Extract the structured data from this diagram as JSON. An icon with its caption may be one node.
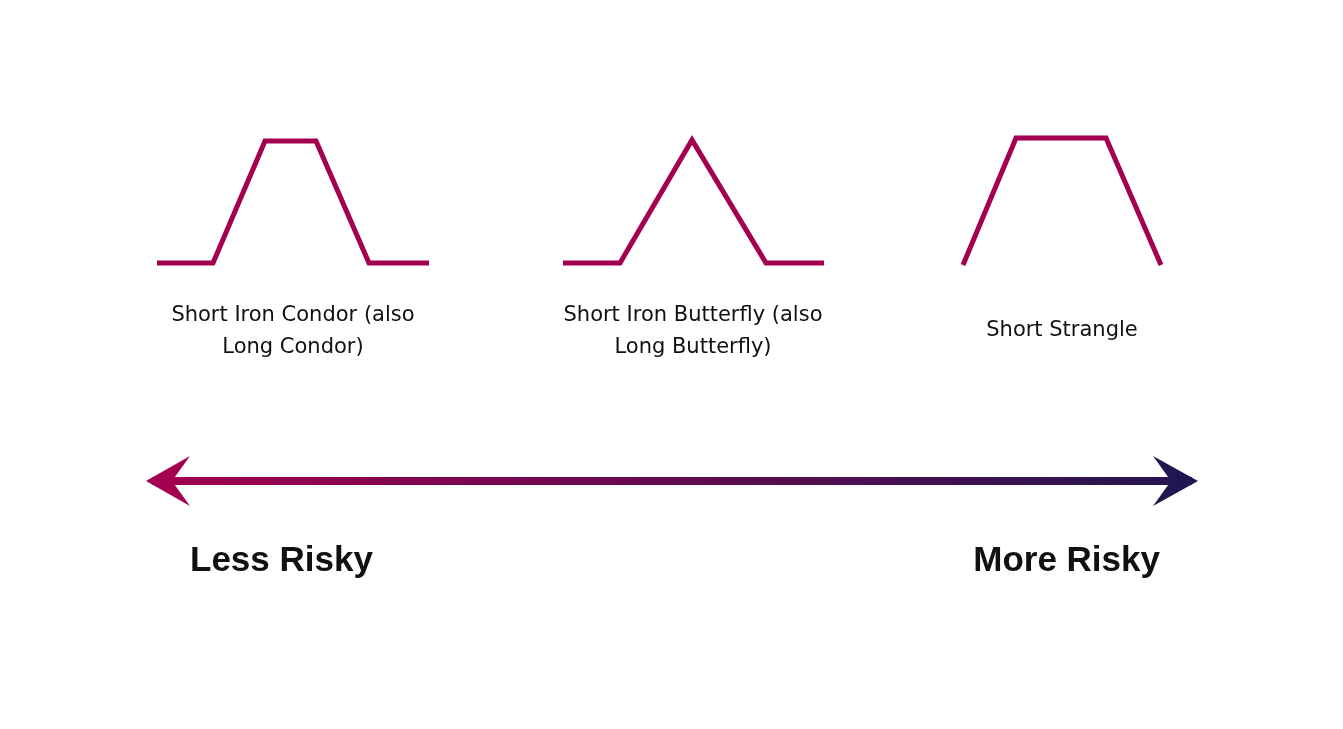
{
  "diagram": {
    "labels": [
      "Short Iron Condor (also Long Condor)",
      "Short Iron Butterfly (also Long Butterfly)",
      "Short Strangle",
      "Less Risky",
      "More Risky"
    ]
  }
}
